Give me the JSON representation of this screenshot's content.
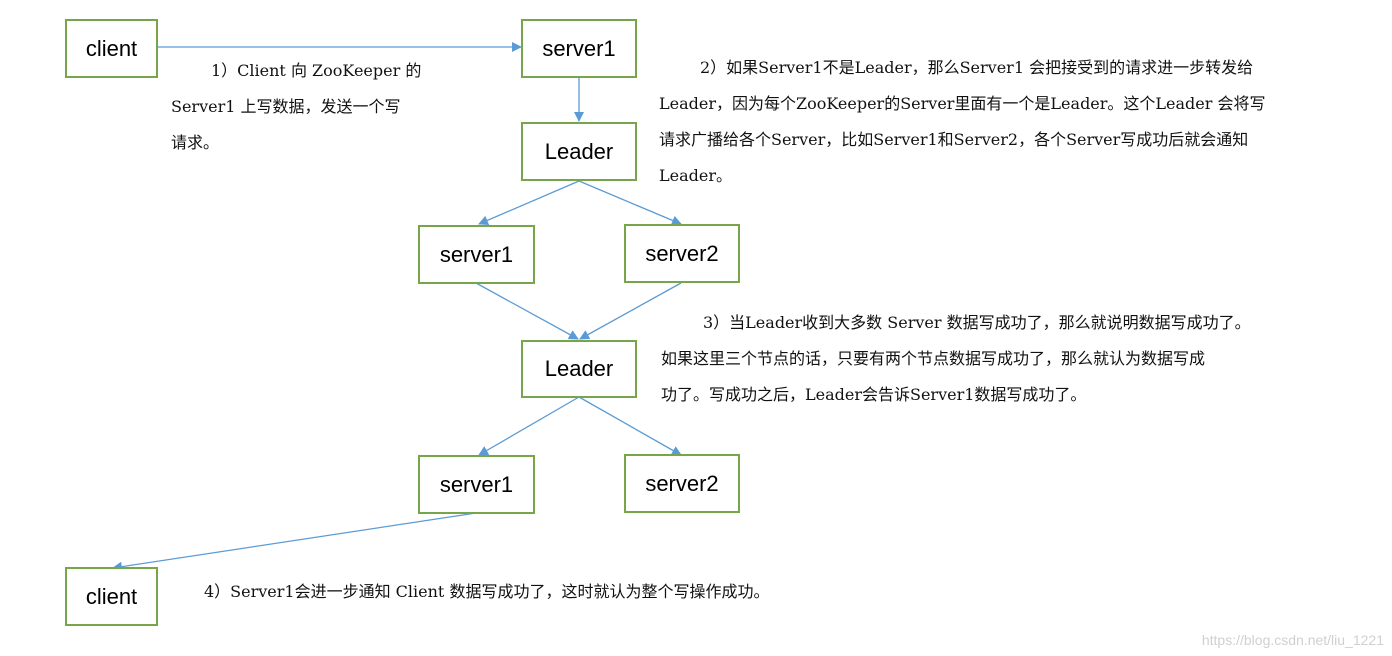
{
  "nodes": {
    "client_top": "client",
    "server1_top": "server1",
    "leader_1": "Leader",
    "server1_mid": "server1",
    "server2_mid": "server2",
    "leader_2": "Leader",
    "server1_bottom": "server1",
    "server2_bottom": "server2",
    "client_bottom": "client"
  },
  "notes": {
    "step1_line1": "1）Client 向 ZooKeeper 的",
    "step1_line2": "Server1 上写数据，发送一个写",
    "step1_line3": "请求。",
    "step2_line1": "2）如果Server1不是Leader，那么Server1 会把接受到的请求进一步转发给",
    "step2_line2": "Leader，因为每个ZooKeeper的Server里面有一个是Leader。这个Leader 会将写",
    "step2_line3": "请求广播给各个Server，比如Server1和Server2，各个Server写成功后就会通知",
    "step2_line4": "Leader。",
    "step3_line1": "3）当Leader收到大多数 Server 数据写成功了，那么就说明数据写成功了。",
    "step3_line2": "如果这里三个节点的话，只要有两个节点数据写成功了，那么就认为数据写成",
    "step3_line3": "功了。写成功之后，Leader会告诉Server1数据写成功了。",
    "step4_line1": "4）Server1会进一步通知 Client 数据写成功了，这时就认为整个写操作成功。"
  },
  "watermark": "https://blog.csdn.net/liu_1221",
  "colors": {
    "node_border": "#77a549",
    "arrow": "#5b9bd5"
  }
}
